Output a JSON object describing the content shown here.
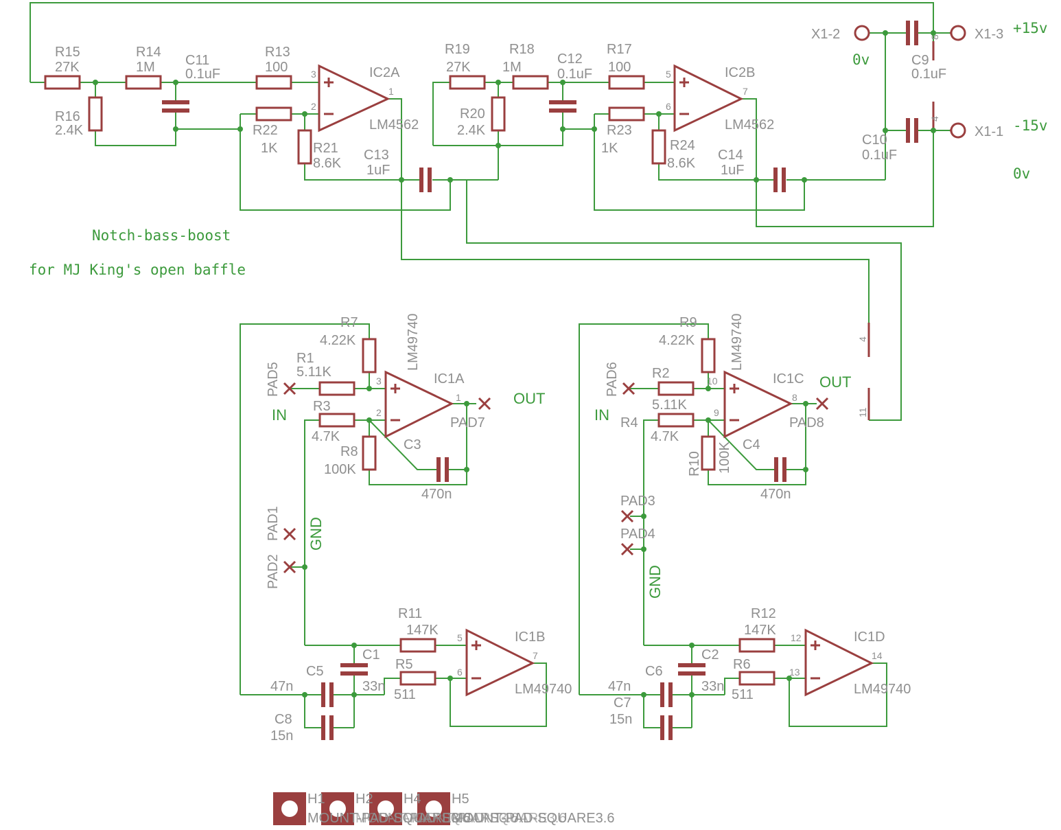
{
  "title": "Notch-bass-boost",
  "subtitle": "for MJ King's open baffle",
  "power": {
    "x1_2": "X1-2",
    "x1_3": "X1-3",
    "x1_1": "X1-1",
    "plus": "+15v",
    "minus": "-15v",
    "zero_a": "0v",
    "zero_b": "0v",
    "c9_name": "C9",
    "c9_val": "0.1uF",
    "c10_name": "C10",
    "c10_val": "0.1uF",
    "pin8": "8",
    "pin4": "4"
  },
  "stage_a": {
    "r15": [
      "R15",
      "27K"
    ],
    "r14": [
      "R14",
      "1M"
    ],
    "c11": [
      "C11",
      "0.1uF"
    ],
    "r13": [
      "R13",
      "100"
    ],
    "r16": [
      "R16",
      "2.4K"
    ],
    "r22": [
      "R22",
      "1K"
    ],
    "r21": [
      "R21",
      "8.6K"
    ],
    "c13": [
      "C13",
      "1uF"
    ],
    "ic": "IC2A",
    "part": "LM4562",
    "p3": "3",
    "p2": "2",
    "p1": "1"
  },
  "stage_b": {
    "r19": [
      "R19",
      "27K"
    ],
    "r18": [
      "R18",
      "1M"
    ],
    "c12": [
      "C12",
      "0.1uF"
    ],
    "r17": [
      "R17",
      "100"
    ],
    "r20": [
      "R20",
      "2.4K"
    ],
    "r23": [
      "R23",
      "1K"
    ],
    "r24": [
      "R24",
      "8.6K"
    ],
    "c14": [
      "C14",
      "1uF"
    ],
    "ic": "IC2B",
    "part": "LM4562",
    "p5": "5",
    "p6": "6",
    "p7": "7"
  },
  "left": {
    "r7": [
      "R7",
      "4.22K"
    ],
    "r1": [
      "R1",
      "5.11K"
    ],
    "r3": [
      "R3",
      "4.7K"
    ],
    "r8": [
      "R8",
      "100K"
    ],
    "c3": [
      "C3",
      "470n"
    ],
    "ic1a": "IC1A",
    "part": "LM49740",
    "pad5": "PAD5",
    "pad7": "PAD7",
    "pad1": "PAD1",
    "pad2": "PAD2",
    "in": "IN",
    "out": "OUT",
    "gnd": "GND",
    "p3": "3",
    "p2": "2",
    "p1": "1",
    "r11": [
      "R11",
      "147K"
    ],
    "r5": [
      "R5",
      "511"
    ],
    "c1": [
      "C1",
      "33n"
    ],
    "c5": [
      "C5",
      "47n"
    ],
    "c8": [
      "C8",
      "15n"
    ],
    "ic1b": "IC1B",
    "part_b": "LM49740",
    "p5": "5",
    "p6": "6",
    "p7": "7"
  },
  "right": {
    "r9": [
      "R9",
      "4.22K"
    ],
    "r2": [
      "R2",
      "5.11K"
    ],
    "r4": [
      "R4",
      "4.7K"
    ],
    "r10": [
      "R10",
      "100K"
    ],
    "c4": [
      "C4",
      "470n"
    ],
    "ic1c": "IC1C",
    "part": "LM49740",
    "pad6": "PAD6",
    "pad8": "PAD8",
    "pad3": "PAD3",
    "pad4": "PAD4",
    "in": "IN",
    "out": "OUT",
    "gnd": "GND",
    "p10": "10",
    "p9": "9",
    "p8": "8",
    "r12": [
      "R12",
      "147K"
    ],
    "r6": [
      "R6",
      "511"
    ],
    "c2": [
      "C2",
      "33n"
    ],
    "c6": [
      "C6",
      "47n"
    ],
    "c7": [
      "C7",
      "15n"
    ],
    "ic1d": "IC1D",
    "part_d": "LM49740",
    "p12": "12",
    "p13": "13",
    "p14": "14",
    "pw4": "4",
    "pw11": "11"
  },
  "holes": {
    "h1": "H1",
    "h2": "H2",
    "h4": "H4",
    "h5": "H5",
    "footer": "MOUNT-PAD-SQUARE3.6"
  }
}
